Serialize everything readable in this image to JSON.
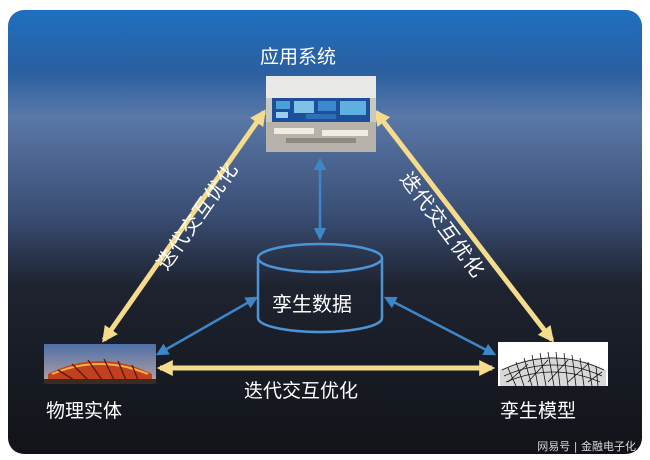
{
  "nodes": {
    "top": {
      "label": "应用系统"
    },
    "center": {
      "label": "孪生数据"
    },
    "left": {
      "label": "物理实体"
    },
    "right": {
      "label": "孪生模型"
    }
  },
  "edges": {
    "left_edge": {
      "label": "迭代交互优化"
    },
    "right_edge": {
      "label": "迭代交互优化"
    },
    "bottom_edge": {
      "label": "迭代交互优化"
    }
  },
  "colors": {
    "thick_arrow": "#f5dc8c",
    "thin_arrow": "#3f86c8",
    "cylinder_stroke": "#4d93d6"
  },
  "icons": [
    "control-room-photo",
    "stadium-photo",
    "wireframe-model-photo"
  ],
  "watermark": {
    "text": "网易号 | 金融电子化"
  }
}
